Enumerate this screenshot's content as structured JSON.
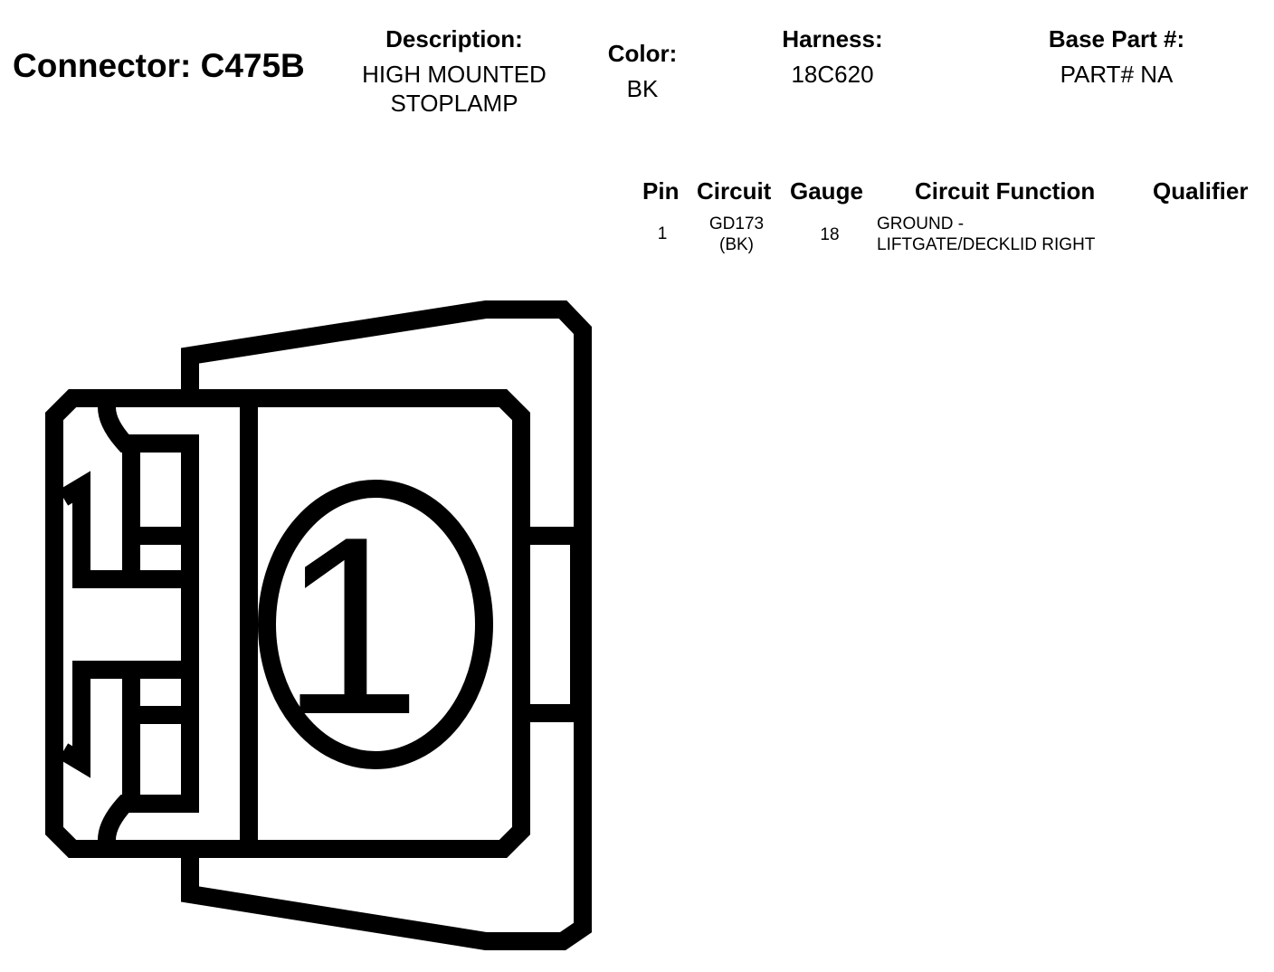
{
  "header": {
    "connector_title": "Connector: C475B",
    "description_label": "Description:",
    "description_value": "HIGH MOUNTED STOPLAMP",
    "color_label": "Color:",
    "color_value": "BK",
    "harness_label": "Harness:",
    "harness_value": "18C620",
    "base_part_label": "Base Part #:",
    "base_part_value": "PART# NA"
  },
  "pin_table": {
    "headers": {
      "pin": "Pin",
      "circuit": "Circuit",
      "gauge": "Gauge",
      "function": "Circuit Function",
      "qualifier": "Qualifier"
    },
    "rows": [
      {
        "pin": "1",
        "circuit_line1": "GD173",
        "circuit_line2": "(BK)",
        "gauge": "18",
        "function_line1": "GROUND -",
        "function_line2": "LIFTGATE/DECKLID RIGHT",
        "qualifier": ""
      }
    ]
  },
  "diagram": {
    "pin_label": "1",
    "stroke_color": "#000000"
  }
}
